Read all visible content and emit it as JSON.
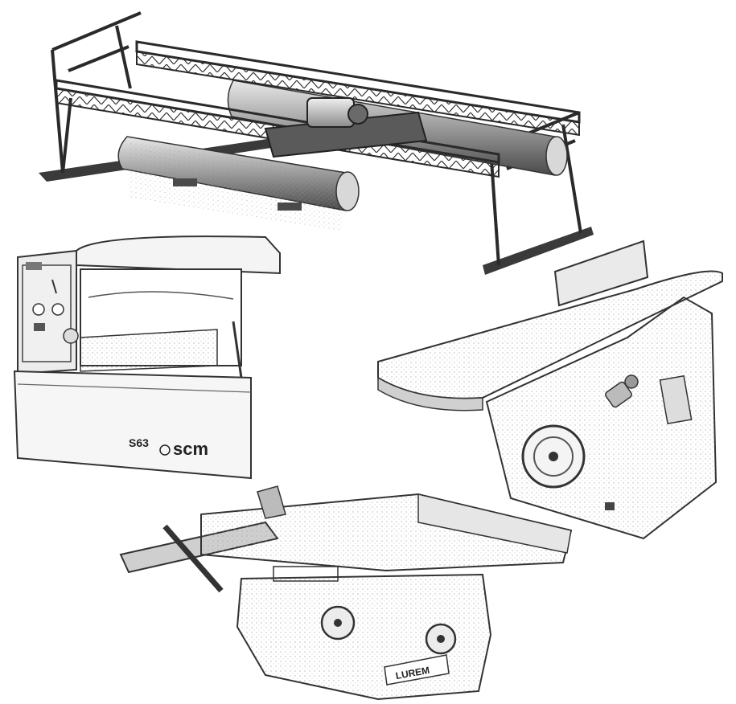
{
  "image": {
    "description_kind": "line-sketch collage of woodworking machines",
    "palette": {
      "ink": "#2a2a2a",
      "mid": "#6b6b6b",
      "light": "#bdbdbd",
      "paper": "#ffffff"
    }
  },
  "planer": {
    "model_label": "S63",
    "brand_label": "scm"
  },
  "combination_machine": {
    "brand_label": "LUREM"
  }
}
